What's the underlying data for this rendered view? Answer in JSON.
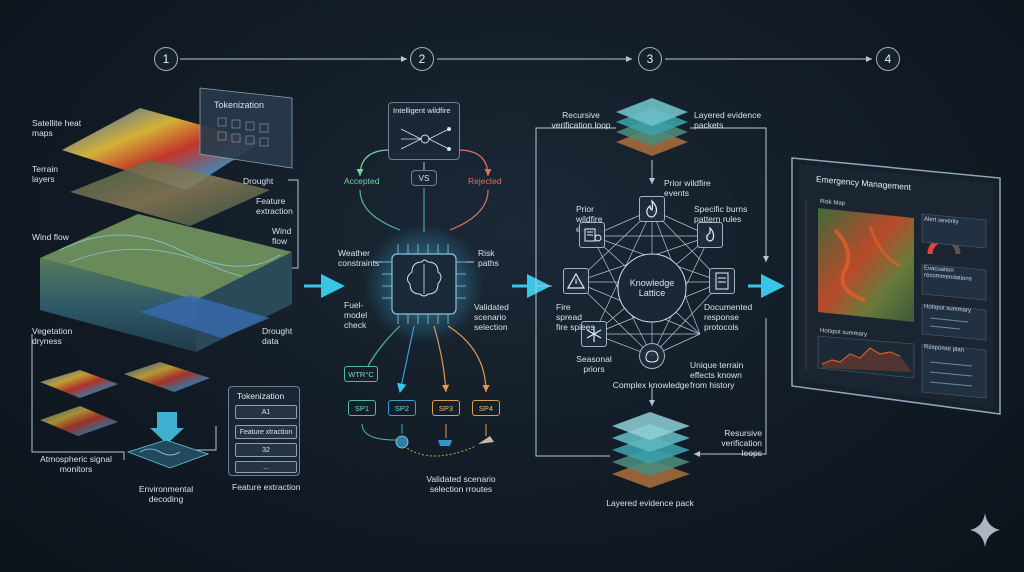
{
  "steps": [
    "1",
    "2",
    "3",
    "4"
  ],
  "stage1": {
    "satellite_heat_maps": "Satellite heat maps",
    "tokenization_top": "Tokenization",
    "terrain_layers": "Terrain layers",
    "drought_top": "Drought",
    "feature_extraction_top": "Feature extraction",
    "wind_flow_left": "Wind flow",
    "wind_flow_right": "Wind flow",
    "vegetation_dryness": "Vegetation dryness",
    "drought_data": "Drought data",
    "atmospheric_signal_monitors": "Atmospheric signal monitors",
    "environmental_decoding": "Environmental decoding",
    "feature_extraction_bottom": "Feature extraction",
    "token_panel": {
      "title": "Tokenization",
      "rows": [
        "A1",
        "Feature xtraction",
        "32",
        "..."
      ]
    }
  },
  "stage2": {
    "intelligent_wildfire": "Intelligent wildfire",
    "accepted": "Accepted",
    "vs": "VS",
    "rejected": "Rejected",
    "weather_constraints": "Weather constraints",
    "risk_paths": "Risk paths",
    "fuel_model_check": "Fuel-model check",
    "validated_scenario_selection": "Validated scenario selection",
    "wtr_label": "WTR°C",
    "sp_labels": [
      "SP1",
      "SP2",
      "SP3",
      "SP4"
    ],
    "validated_routes": "Validated scenario selection rroutes"
  },
  "stage3": {
    "recursive_verification_loop": "Recursive verification loop",
    "layered_evidence_packets": "Layered evidence packets",
    "prior_wildfire_events_top": "Prior wildfire events",
    "prior_wildfire_events_left": "Prior wildfire events",
    "specific_burns_pattern_rules": "Specific burns pattern rules",
    "fire_spread_fire_spires": "Fire spread fire spiees",
    "knowledge_lattice": "Knowledge Lattice",
    "documented_response_protocols": "Documented response protocols",
    "seasonal_priors": "Seasonal priors",
    "complex_knowledge": "Complex knowledge",
    "unique_terrain_effects": "Unique terrain effects known from history",
    "recursive_verification_loops": "Resursive verification leops",
    "layered_evidence_pack": "Layered evidence pack"
  },
  "stage4": {
    "title": "Emergency Management",
    "risk_map": "Risk Map",
    "alert_severity": "Alert severity",
    "evacuation_recommendations": "Evacuation recommendations",
    "hotspot_summary_right": "Hotspot summary",
    "hotspot_summary_bottom": "Hotspot summary",
    "response_plan": "Response plan"
  },
  "colors": {
    "cyan": "#39c6e6",
    "accepted": "#6fd69a",
    "rejected": "#e07060",
    "orange": "#e39a4a",
    "teal": "#4fb8a8"
  }
}
